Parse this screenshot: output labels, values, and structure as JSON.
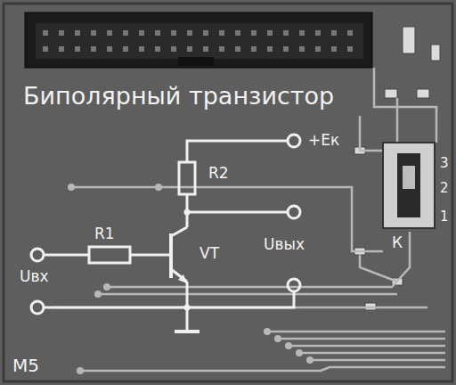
{
  "diagram": {
    "title": "Биполярный транзистор",
    "labels": [
      "+Ек",
      "R2",
      "R1",
      "VT",
      "Uвх",
      "Uвых",
      "К",
      "3",
      "2",
      "1",
      "М5"
    ]
  }
}
